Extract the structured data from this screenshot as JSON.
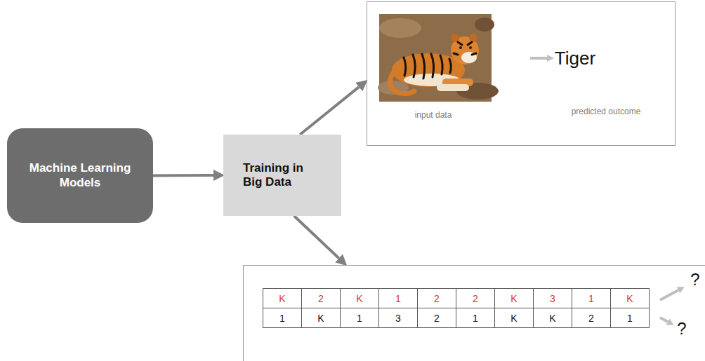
{
  "diagram": {
    "nodes": [
      {
        "text": [
          "Machine Learning Models"
        ]
      },
      {
        "text": [
          "Training in Big Data"
        ]
      },
      {
        "text": [
          "Tiger",
          "input data",
          "predicted outcome"
        ]
      },
      {
        "text": [
          "?",
          "?"
        ]
      }
    ],
    "edges": [
      {
        "from": 0,
        "to": 1,
        "arrow": "to"
      },
      {
        "from": 1,
        "to": 2,
        "arrow": "to"
      },
      {
        "from": 1,
        "to": 3,
        "arrow": "to"
      }
    ],
    "labels": [
      "K",
      "2",
      "K",
      "1",
      "2",
      "2",
      "K",
      "3",
      "1",
      "K",
      "1",
      "K",
      "1",
      "3",
      "2",
      "1",
      "K",
      "K",
      "2",
      "1"
    ]
  }
}
